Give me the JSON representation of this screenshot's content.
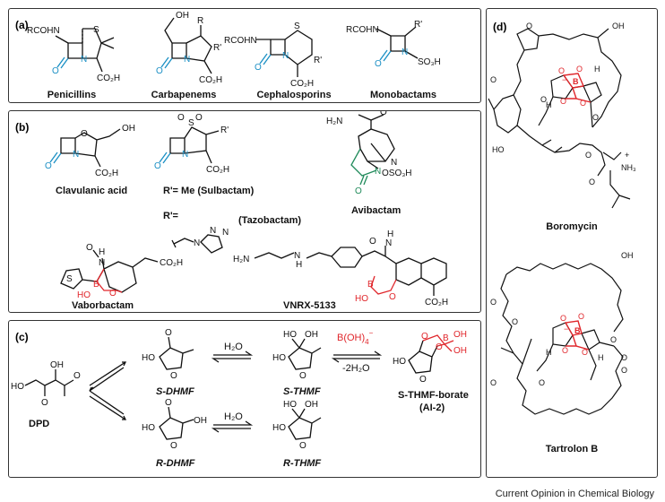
{
  "panels": {
    "a": {
      "label": "(a)",
      "classes": [
        "Penicillins",
        "Carbapenems",
        "Cephalosporins",
        "Monobactams"
      ],
      "atoms": {
        "pen_r": "RCOHN",
        "pen_s": "S",
        "pen_n": "N",
        "pen_o": "O",
        "pen_acid": "CO₂H",
        "carb_oh": "OH",
        "carb_r": "R",
        "carb_rp": "R'",
        "carb_n": "N",
        "carb_o": "O",
        "carb_acid": "CO₂H",
        "ceph_r": "RCOHN",
        "ceph_s": "S",
        "ceph_n": "N",
        "ceph_o": "O",
        "ceph_rp": "R'",
        "ceph_acid": "CO₂H",
        "mono_r": "RCOHN",
        "mono_rp": "R'",
        "mono_n": "N",
        "mono_o": "O",
        "mono_so3h": "SO₃H"
      }
    },
    "b": {
      "label": "(b)",
      "names": {
        "clavulanic": "Clavulanic acid",
        "sulbactam": "R'= Me (Sulbactam)",
        "tazo_prefix": "R'=",
        "tazobactam": "(Tazobactam)",
        "avibactam": "Avibactam",
        "vaborbactam": "Vaborbactam",
        "vnrx": "VNRX-5133"
      },
      "atoms": {
        "clav_o_ring": "O",
        "clav_oh": "OH",
        "clav_n": "N",
        "clav_o": "O",
        "clav_acid": "CO₂H",
        "sul_s": "S",
        "sul_o1": "O",
        "sul_o2": "O",
        "sul_rp": "R'",
        "sul_n": "N",
        "sul_o": "O",
        "sul_acid": "CO₂H",
        "taz_n": "N",
        "taz_nn": "N",
        "taz_n3": "N",
        "avi_h2n": "H₂N",
        "avi_o": "O",
        "avi_n": "N",
        "avi_n2": "N",
        "avi_o2": "O",
        "avi_oso3h": "OSO₃H",
        "vab_s": "S",
        "vab_h": "H",
        "vab_n": "N",
        "vab_o": "O",
        "vab_ho": "HO",
        "vab_b": "B",
        "vab_o2": "O",
        "vab_acid": "CO₂H",
        "vnrx_h2n": "H₂N",
        "vnrx_n": "N",
        "vnrx_h": "H",
        "vnrx_h2": "H",
        "vnrx_n2": "N",
        "vnrx_o": "O",
        "vnrx_ho": "HO",
        "vnrx_b": "B",
        "vnrx_o2": "O",
        "vnrx_acid": "CO₂H"
      }
    },
    "c": {
      "label": "(c)",
      "names": {
        "dpd": "DPD",
        "s_dhmf": "S-DHMF",
        "s_thmf": "S-THMF",
        "s_thmf_borate": "S-THMF-borate",
        "ai2": "(AI-2)",
        "r_dhmf": "R-DHMF",
        "r_thmf": "R-THMF"
      },
      "reagents": {
        "water1": "H₂O",
        "water2": "H₂O",
        "borate": "B(OH)",
        "borate_sub": "4",
        "borate_sup": "−",
        "minus_water": "-2H₂O"
      },
      "atoms": {
        "dpd_oh": "OH",
        "dpd_ho": "HO",
        "dpd_o1": "O",
        "dpd_o2": "O",
        "sd_ho": "HO",
        "sd_o": "O",
        "sd_oring": "O",
        "st_ho": "HO",
        "st_ho2": "HO",
        "st_oh": "OH",
        "st_oring": "O",
        "sb_ho": "HO",
        "sb_o1": "O",
        "sb_b": "B",
        "sb_oh1": "OH",
        "sb_oh2": "OH",
        "sb_o2": "O",
        "sb_oring": "O",
        "rd_ho": "HO",
        "rd_o": "O",
        "rd_oh": "OH",
        "rd_oring": "O",
        "rt_ho": "HO",
        "rt_ho2": "HO",
        "rt_oh": "OH",
        "rt_oring": "O"
      }
    },
    "d": {
      "label": "(d)",
      "names": {
        "boromycin": "Boromycin",
        "tartrolon": "Tartrolon B"
      },
      "atoms": {
        "bor_oh": "OH",
        "bor_ho": "HO",
        "bor_b": "B",
        "bor_minus": "−",
        "bor_nh3": "NH₃",
        "bor_plus": "+",
        "bor_h1": "H",
        "bor_h2": "H",
        "bor_o1": "O",
        "bor_o2": "O",
        "bor_o3": "O",
        "bor_o4": "O",
        "bor_o5": "O",
        "bor_o6": "O",
        "bor_o7": "O",
        "bor_o8": "O",
        "bor_o9": "O",
        "bor_o10": "O",
        "tar_oh": "OH",
        "tar_b": "B",
        "tar_minus": "−",
        "tar_h1": "H",
        "tar_h2": "H",
        "tar_o1": "O",
        "tar_o2": "O",
        "tar_o3": "O",
        "tar_o4": "O",
        "tar_o5": "O",
        "tar_o6": "O",
        "tar_o7": "O",
        "tar_o8": "O",
        "tar_o9": "O",
        "tar_o10": "O",
        "tar_o11": "O"
      }
    }
  },
  "footer": "Current Opinion in Chemical Biology",
  "colors": {
    "lactam_blue": "#1a8fc4",
    "boron_red": "#e0262b",
    "avibactam_green": "#1f8a5a",
    "ink": "#111111"
  }
}
